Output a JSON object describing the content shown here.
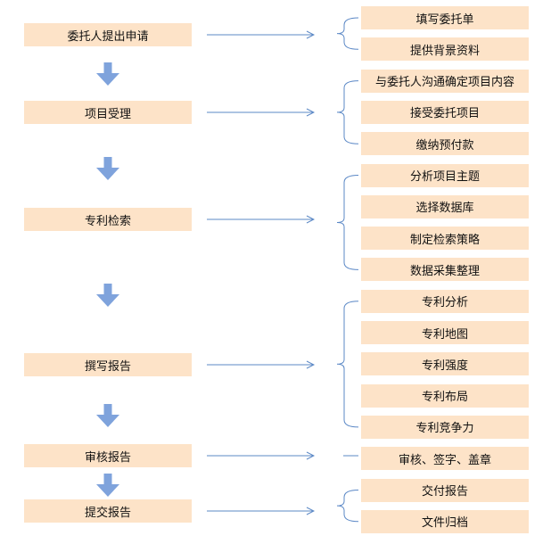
{
  "colors": {
    "box_fill": "#fde3c8",
    "connector": "#5b88c6",
    "down_arrow": "#7fa3dc"
  },
  "stages": [
    {
      "label": "委托人提出申请",
      "details": [
        "填写委托单",
        "提供背景资料"
      ]
    },
    {
      "label": "项目受理",
      "details": [
        "与委托人沟通确定项目内容",
        "接受委托项目",
        "缴纳预付款"
      ]
    },
    {
      "label": "专利检索",
      "details": [
        "分析项目主题",
        "选择数据库",
        "制定检索策略",
        "数据采集整理"
      ]
    },
    {
      "label": "撰写报告",
      "details": [
        "专利分析",
        "专利地图",
        "专利强度",
        "专利布局",
        "专利竞争力"
      ]
    },
    {
      "label": "审核报告",
      "details": [
        "审核、签字、盖章"
      ]
    },
    {
      "label": "提交报告",
      "details": [
        "交付报告",
        "文件归档"
      ]
    }
  ]
}
